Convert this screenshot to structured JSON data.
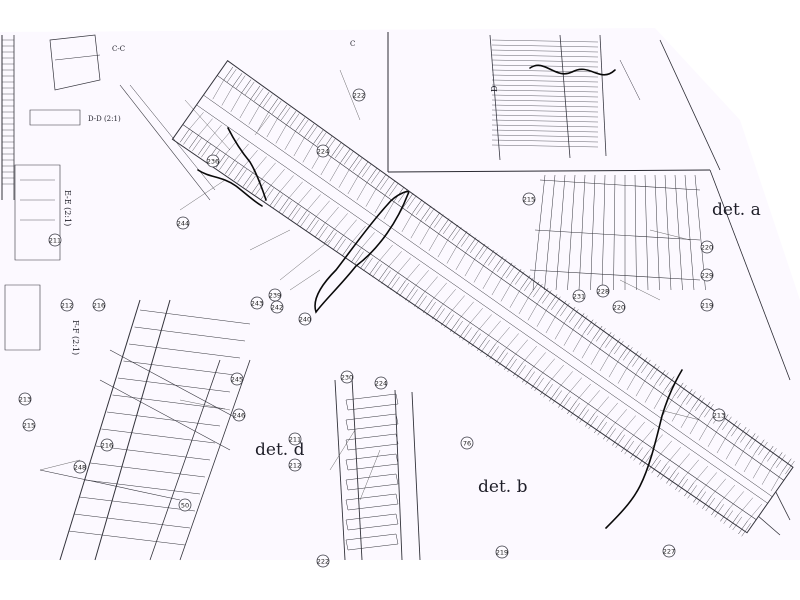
{
  "document": {
    "detail_labels": {
      "a": "det. a",
      "b": "det. b",
      "d": "det. d"
    },
    "section_labels": {
      "dd": "D-D (2:1)",
      "ee": "E-E (2:1)",
      "ff": "F-F (2:1)",
      "c": "C",
      "cc": "C-C",
      "d": "D"
    },
    "part_numbers": [
      "211",
      "212",
      "213",
      "215",
      "216",
      "219",
      "220",
      "222",
      "224",
      "227",
      "228",
      "229",
      "230",
      "231",
      "236",
      "239",
      "240",
      "242",
      "243",
      "244",
      "245",
      "246",
      "248",
      "50",
      "76"
    ],
    "colors": {
      "paper": "#fdfbff",
      "ink": "#2b2b33",
      "marker": "#0a0a0a"
    }
  }
}
